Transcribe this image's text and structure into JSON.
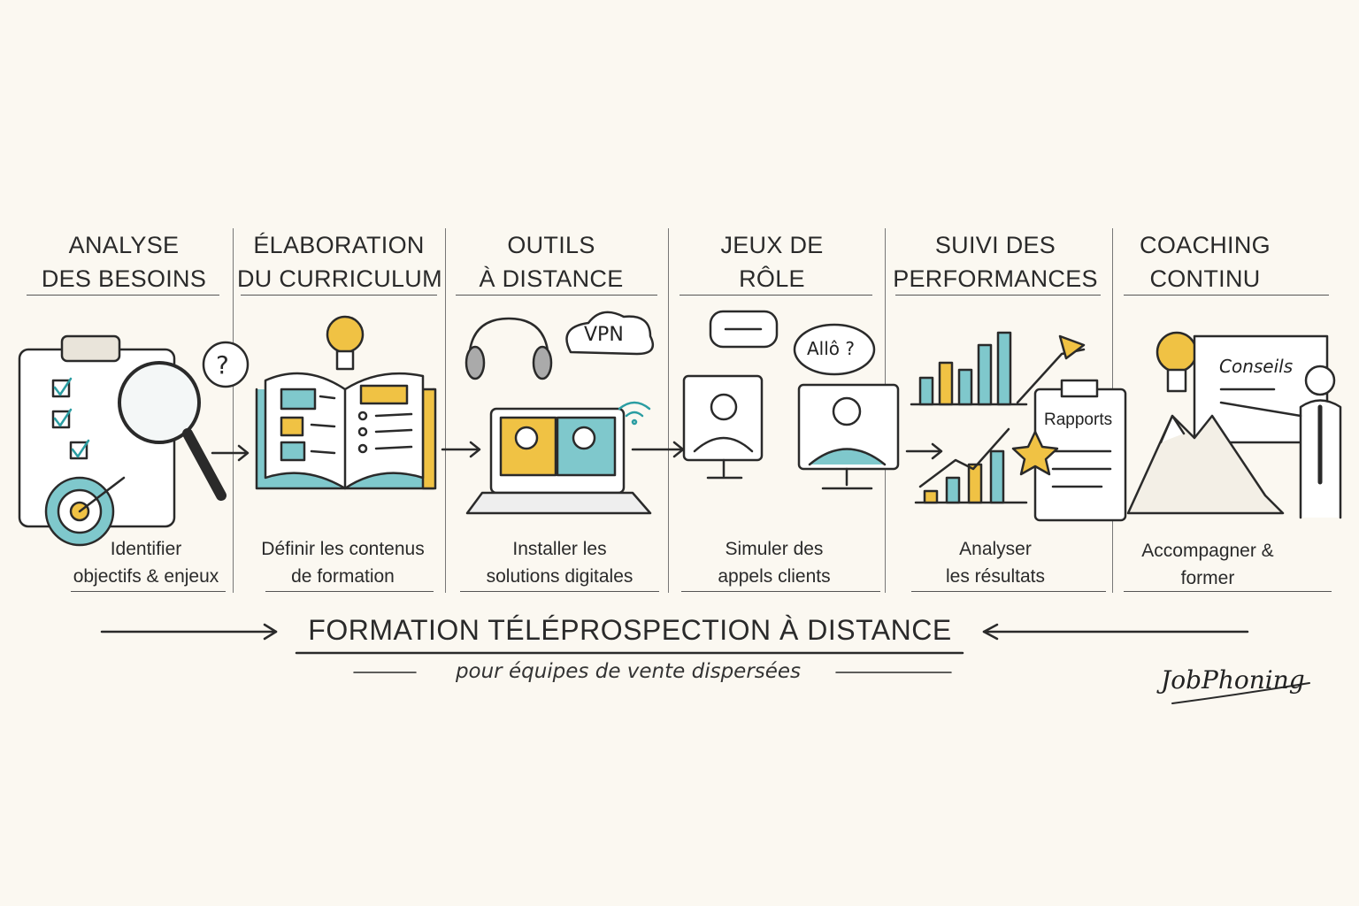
{
  "steps": [
    {
      "title_line1": "Analyse",
      "title_line2": "des besoins",
      "caption_line1": "Identifier",
      "caption_line2": "objectifs & enjeux",
      "icons": [
        "clipboard-checklist-icon",
        "magnifying-glass-icon",
        "target-icon",
        "question-bubble-icon"
      ]
    },
    {
      "title_line1": "Élaboration",
      "title_line2": "du curriculum",
      "caption_line1": "Définir les contenus",
      "caption_line2": "de formation",
      "icons": [
        "open-book-icon",
        "lightbulb-icon"
      ]
    },
    {
      "title_line1": "Outils",
      "title_line2": "à distance",
      "caption_line1": "Installer les",
      "caption_line2": "solutions digitales",
      "icons": [
        "headset-icon",
        "vpn-cloud-icon",
        "laptop-video-call-icon",
        "wifi-icon"
      ],
      "cloud_label": "VPN"
    },
    {
      "title_line1": "Jeux de",
      "title_line2": "rôle",
      "caption_line1": "Simuler des",
      "caption_line2": "appels clients",
      "icons": [
        "monitor-agent-icon",
        "monitor-client-icon",
        "speech-bubble-icon"
      ],
      "bubble_label": "Allô ?"
    },
    {
      "title_line1": "Suivi des",
      "title_line2": "performances",
      "caption_line1": "Analyser",
      "caption_line2": "les résultats",
      "icons": [
        "bar-chart-icon",
        "clipboard-report-icon",
        "star-icon"
      ],
      "report_label": "Rapports"
    },
    {
      "title_line1": "Coaching",
      "title_line2": "continu",
      "caption_line1": "Accompagner &",
      "caption_line2": "former",
      "icons": [
        "lightbulb-icon",
        "whiteboard-icon",
        "mountains-icon",
        "coach-person-icon"
      ],
      "board_label": "Conseils"
    }
  ],
  "main_title": "Formation téléprospection à distance",
  "subtitle": "pour équipes de vente dispersées",
  "logo": "JobPhoning",
  "colors": {
    "teal": "#7fc8cc",
    "yellow": "#f0c244",
    "ink": "#2a2a2a",
    "background": "#fbf8f1"
  }
}
